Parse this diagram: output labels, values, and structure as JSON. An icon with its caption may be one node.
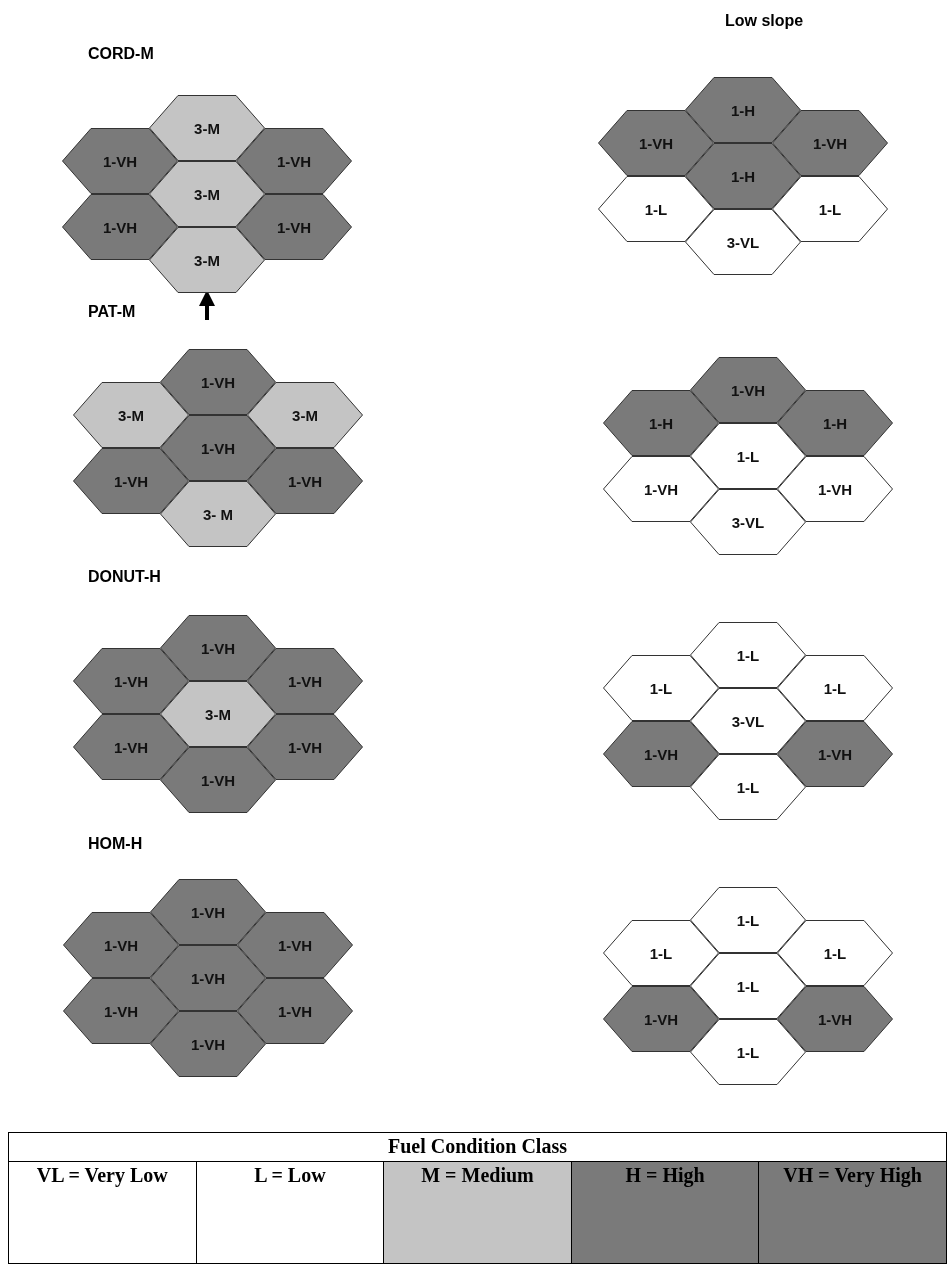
{
  "diagram": {
    "nodes": [
      {
        "text": [
          "3-M"
        ]
      },
      {
        "text": [
          "1-VH"
        ]
      },
      {
        "text": [
          "1-VH"
        ]
      },
      {
        "text": [
          "3-M"
        ]
      },
      {
        "text": [
          "1-VH"
        ]
      },
      {
        "text": [
          "1-VH"
        ]
      },
      {
        "text": [
          "3-M"
        ]
      },
      {
        "text": [
          "1-H"
        ]
      },
      {
        "text": [
          "1-VH"
        ]
      },
      {
        "text": [
          "1-VH"
        ]
      },
      {
        "text": [
          "1-H"
        ]
      },
      {
        "text": [
          "1-L"
        ]
      },
      {
        "text": [
          "1-L"
        ]
      },
      {
        "text": [
          "3-VL"
        ]
      },
      {
        "text": [
          "1-VH"
        ]
      },
      {
        "text": [
          "3-M"
        ]
      },
      {
        "text": [
          "3-M"
        ]
      },
      {
        "text": [
          "1-VH"
        ]
      },
      {
        "text": [
          "1-VH"
        ]
      },
      {
        "text": [
          "1-VH"
        ]
      },
      {
        "text": [
          "3- M"
        ]
      },
      {
        "text": [
          "1-VH"
        ]
      },
      {
        "text": [
          "1-H"
        ]
      },
      {
        "text": [
          "1-H"
        ]
      },
      {
        "text": [
          "1-L"
        ]
      },
      {
        "text": [
          "1-VH"
        ]
      },
      {
        "text": [
          "1-VH"
        ]
      },
      {
        "text": [
          "3-VL"
        ]
      },
      {
        "text": [
          "1-VH"
        ]
      },
      {
        "text": [
          "1-VH"
        ]
      },
      {
        "text": [
          "1-VH"
        ]
      },
      {
        "text": [
          "3-M"
        ]
      },
      {
        "text": [
          "1-VH"
        ]
      },
      {
        "text": [
          "1-VH"
        ]
      },
      {
        "text": [
          "1-VH"
        ]
      },
      {
        "text": [
          "1-L"
        ]
      },
      {
        "text": [
          "1-L"
        ]
      },
      {
        "text": [
          "1-L"
        ]
      },
      {
        "text": [
          "3-VL"
        ]
      },
      {
        "text": [
          "1-VH"
        ]
      },
      {
        "text": [
          "1-VH"
        ]
      },
      {
        "text": [
          "1-L"
        ]
      },
      {
        "text": [
          "1-VH"
        ]
      },
      {
        "text": [
          "1-VH"
        ]
      },
      {
        "text": [
          "1-VH"
        ]
      },
      {
        "text": [
          "1-VH"
        ]
      },
      {
        "text": [
          "1-VH"
        ]
      },
      {
        "text": [
          "1-VH"
        ]
      },
      {
        "text": [
          "1-VH"
        ]
      },
      {
        "text": [
          "1-L"
        ]
      },
      {
        "text": [
          "1-L"
        ]
      },
      {
        "text": [
          "1-L"
        ]
      },
      {
        "text": [
          "1-L"
        ]
      },
      {
        "text": [
          "1-VH"
        ]
      },
      {
        "text": [
          "1-VH"
        ]
      },
      {
        "text": [
          "1-L"
        ]
      }
    ],
    "edges": [
      {
        "from": null,
        "to": 6,
        "arrow": "to"
      }
    ],
    "labels": [
      "Low slope",
      "CORD-M",
      "PAT-M",
      "DONUT-H",
      "HOM-H",
      "Fuel Condition Class"
    ],
    "legend": [
      {
        "text": "VL = Very Low",
        "color": "#ffffff"
      },
      {
        "text": "L = Low",
        "color": "#ffffff"
      },
      {
        "text": "M = Medium",
        "color": "#c4c4c4"
      },
      {
        "text": "H = High",
        "color": "#7a7a7a"
      },
      {
        "text": "VH = Very High",
        "color": "#7a7a7a"
      }
    ]
  }
}
